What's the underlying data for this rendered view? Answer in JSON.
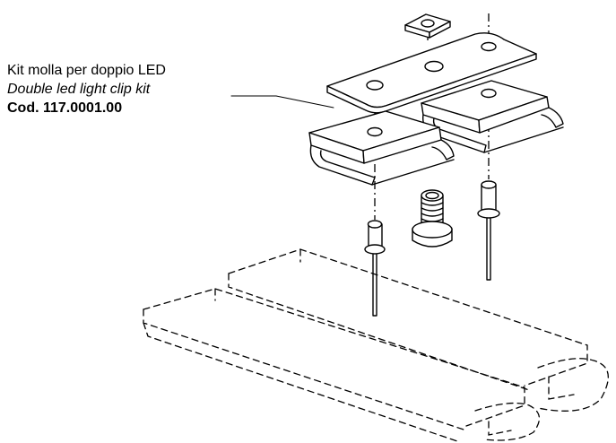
{
  "caption": {
    "line1": "Kit molla per doppio LED",
    "line2": "Double led light clip kit",
    "line3": "Cod. 117.0001.00"
  }
}
